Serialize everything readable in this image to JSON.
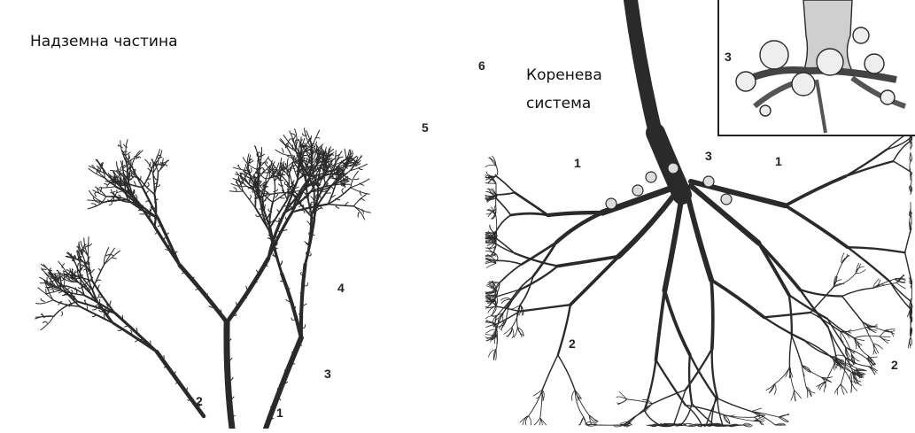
{
  "labels": {
    "aboveground": "Надземна частина",
    "root_line1": "Коренева",
    "root_line2": "система"
  },
  "numbers": {
    "shoot_1": "1",
    "shoot_2": "2",
    "shoot_3": "3",
    "shoot_4": "4",
    "shoot_5": "5",
    "shoot_6": "6",
    "root_1_left": "1",
    "root_1_right": "1",
    "root_2_left": "2",
    "root_2_right": "2",
    "root_3_center": "3",
    "inset_3": "3"
  }
}
